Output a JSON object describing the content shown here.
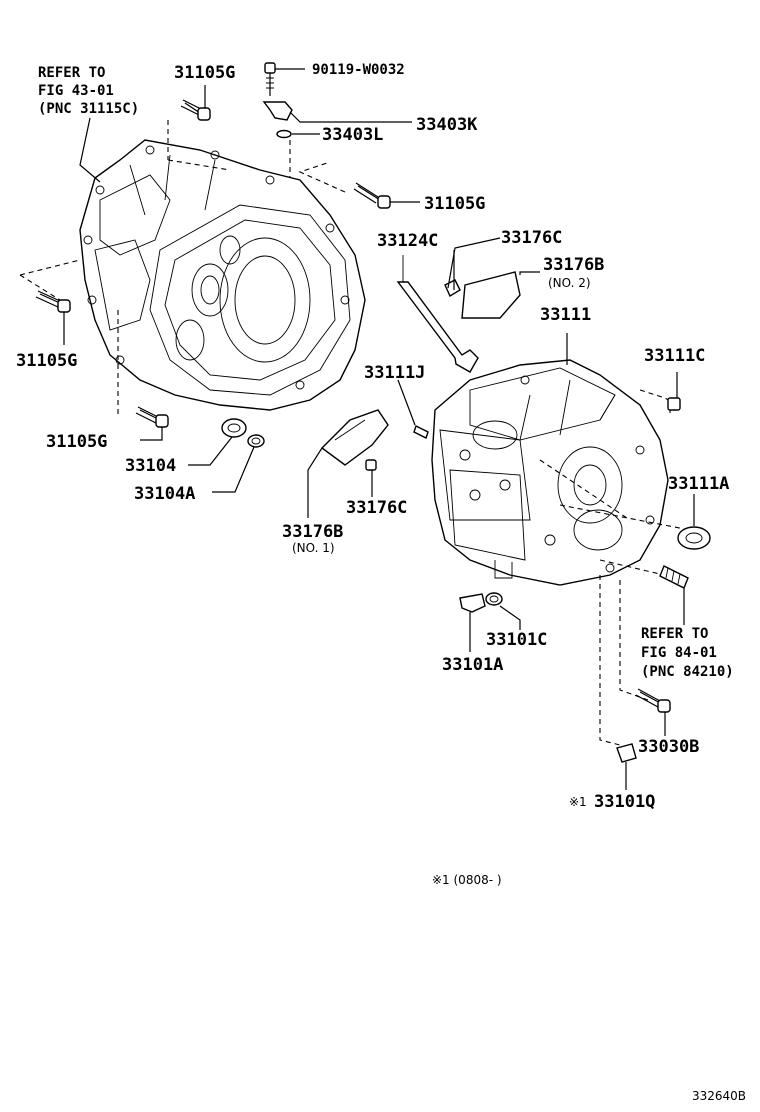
{
  "diagram": {
    "ref_notes": {
      "fig43_line1": "REFER TO",
      "fig43_line2": "FIG 43-01",
      "fig43_line3": "(PNC 31115C)",
      "fig84_line1": "REFER TO",
      "fig84_line2": "FIG 84-01",
      "fig84_line3": "(PNC 84210)"
    },
    "parts": {
      "p31105g_top": "31105G",
      "p90119": "90119-W0032",
      "p33403k": "33403K",
      "p33403l": "33403L",
      "p31105g_right": "31105G",
      "p33124c": "33124C",
      "p33176c_top": "33176C",
      "p33176b_no2": "33176B",
      "no2": "(NO. 2)",
      "p33111": "33111",
      "p31105g_left": "31105G",
      "p33111c": "33111C",
      "p33111j": "33111J",
      "p31105g_bottom": "31105G",
      "p33104": "33104",
      "p33104a": "33104A",
      "p33176c_mid": "33176C",
      "p33111a": "33111A",
      "p33176b_no1": "33176B",
      "no1": "(NO. 1)",
      "p33101c": "33101C",
      "p33101a": "33101A",
      "p33030b": "33030B",
      "p33101q": "33101Q",
      "star_mark": "※1"
    },
    "footnote": "※1 (0808-      )",
    "figure_code": "332640B"
  }
}
